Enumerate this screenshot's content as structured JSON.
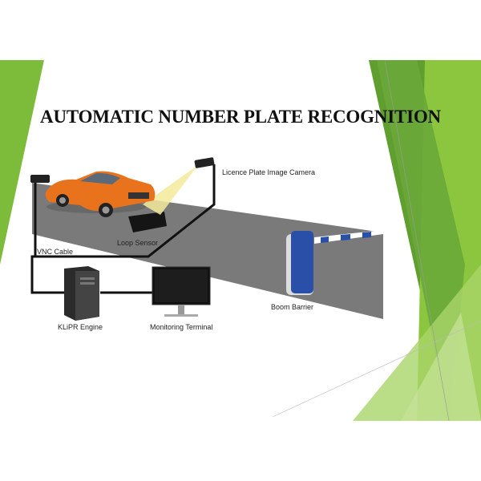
{
  "slide": {
    "title": "AUTOMATIC NUMBER PLATE RECOGNITION",
    "labels": {
      "camera": "Licence Plate Image Camera",
      "loop_sensor": "Loop Sensor",
      "vnc_cable": "VNC Cable",
      "engine": "KLiPR Engine",
      "monitor": "Monitoring Terminal",
      "barrier": "Boom Barrier"
    }
  },
  "colors": {
    "green_dark": "#5f9e2f",
    "green_light": "#8cc63f",
    "road": "#7a7a7a",
    "barrier": "#2a4fa8",
    "car": "#e8731c"
  }
}
